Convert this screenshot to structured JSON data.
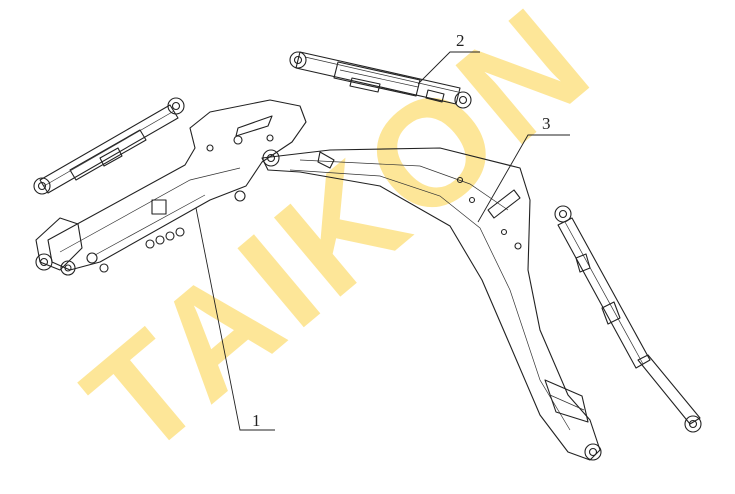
{
  "watermark": {
    "text": "TAIKON",
    "color": "#fcd75a"
  },
  "callouts": [
    {
      "id": "1",
      "label": "1"
    },
    {
      "id": "2",
      "label": "2"
    },
    {
      "id": "3",
      "label": "3"
    }
  ],
  "colors": {
    "line": "#222222",
    "background": "#ffffff"
  }
}
